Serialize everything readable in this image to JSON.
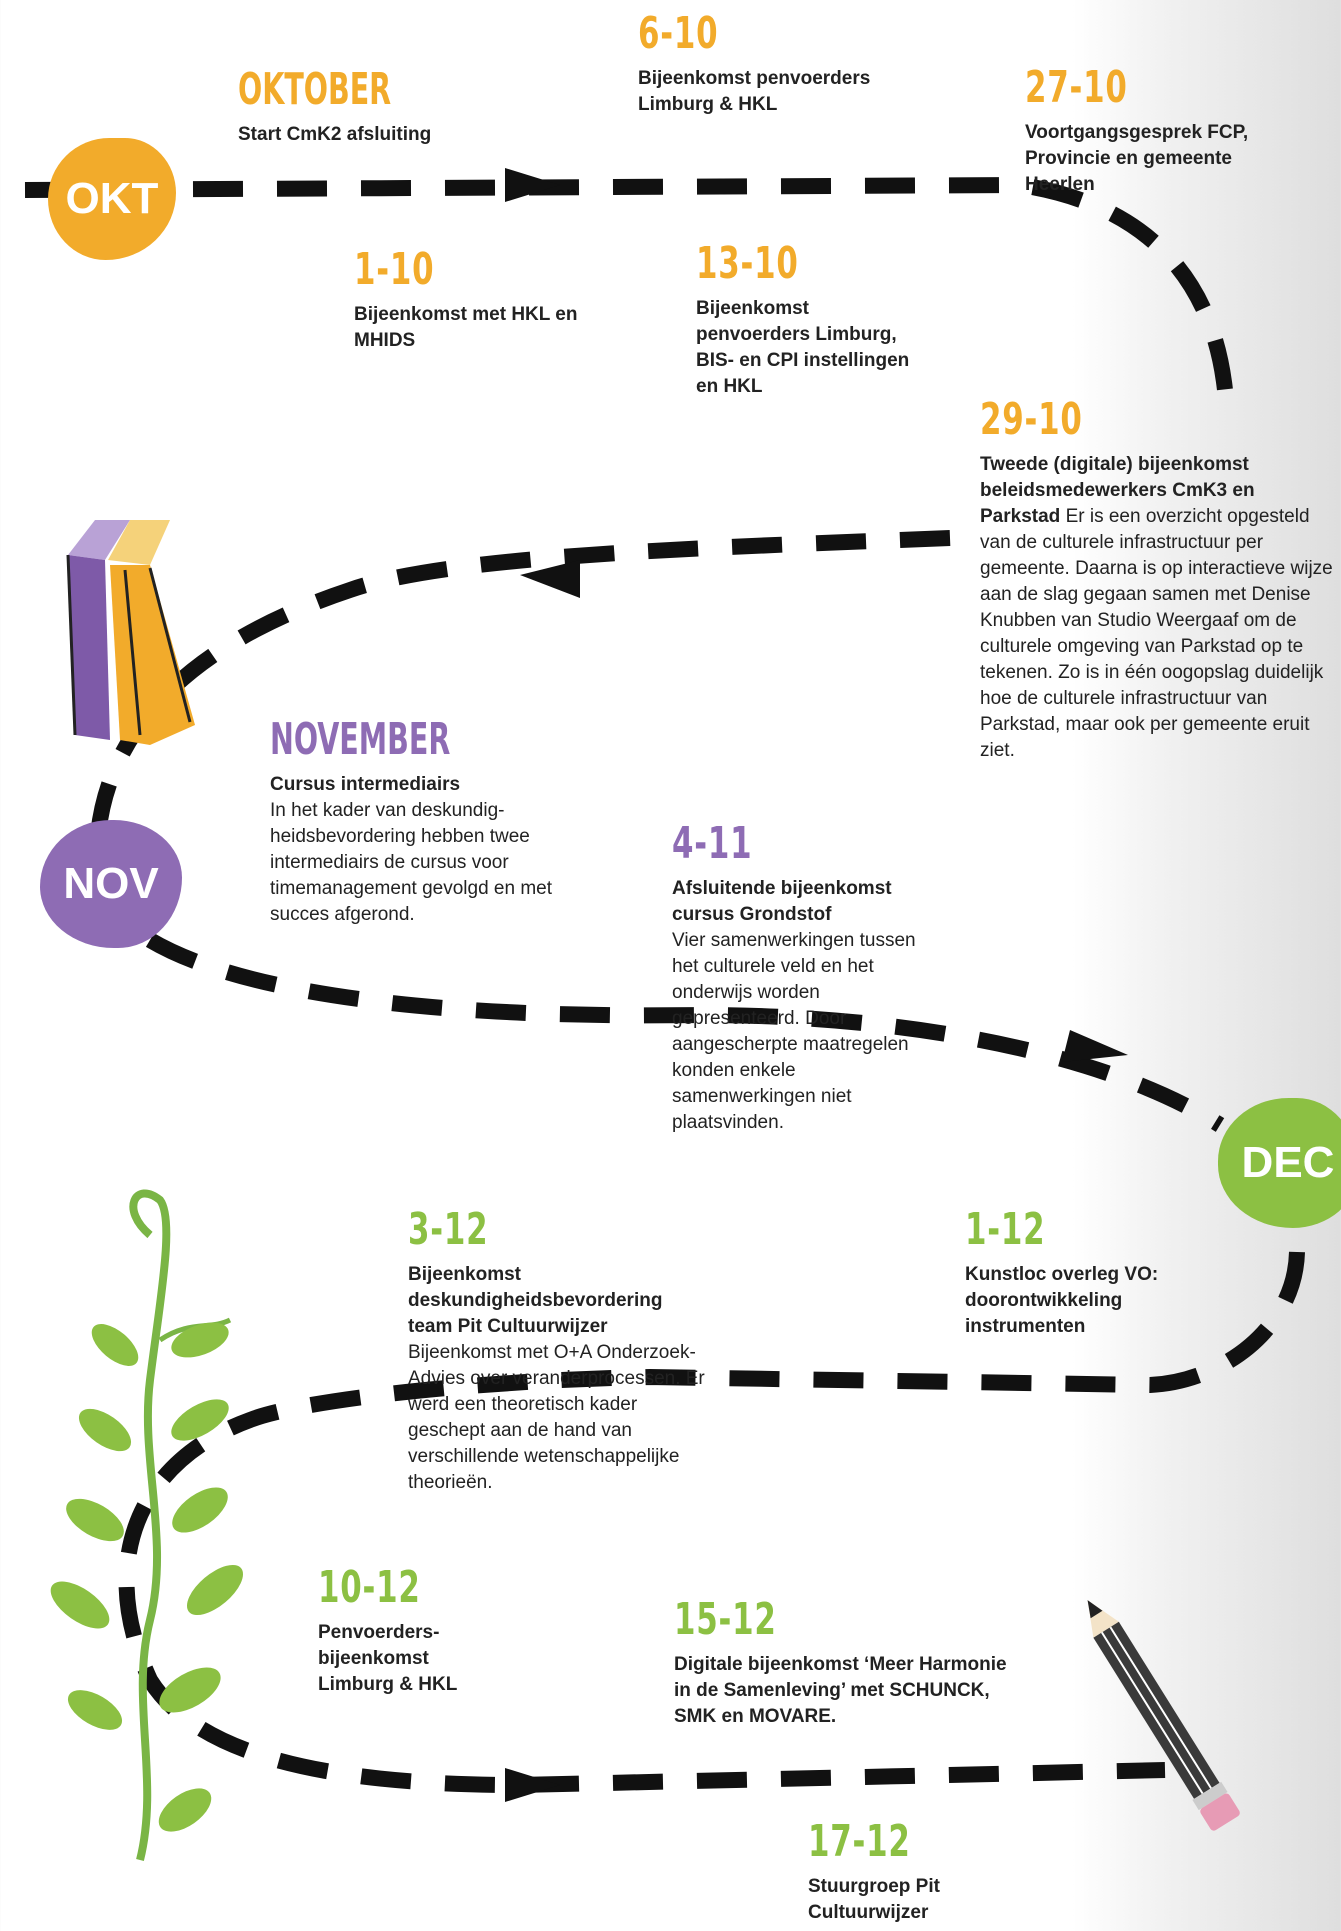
{
  "months": {
    "okt": {
      "blob": "OKT",
      "heading": "OKTOBER",
      "title": "Start CmK2 afsluiting",
      "color": "#f2ab2b"
    },
    "nov": {
      "blob": "NOV",
      "heading": "NOVEMBER",
      "title": "Cursus intermediairs",
      "text": "In het kader van deskundig-heidsbevordering hebben twee intermediairs de cursus voor timemanagement gevolgd en met succes afgerond.",
      "color": "#8e6cb4"
    },
    "dec": {
      "blob": "DEC",
      "color": "#8cc043"
    }
  },
  "events": [
    {
      "date": "6-10",
      "title": "Bijeenkomst penvoerders Limburg & HKL",
      "text": ""
    },
    {
      "date": "27-10",
      "title": "Voortgangsgesprek FCP, Provincie en gemeente Heerlen",
      "text": ""
    },
    {
      "date": "1-10",
      "title": "Bijeenkomst met HKL en MHIDS",
      "text": ""
    },
    {
      "date": "13-10",
      "title": "Bijeenkomst penvoerders Limburg, BIS- en CPI instellingen en HKL",
      "text": ""
    },
    {
      "date": "29-10",
      "title": "Tweede (digitale) bijeenkomst beleidsmedewerkers CmK3 en Parkstad",
      "text": "Er is een overzicht opgesteld van de culturele infrastructuur per gemeente. Daarna is op interactieve wijze aan de slag gegaan samen met Denise Knubben van Studio Weergaaf om de culturele omgeving van Parkstad op te tekenen. Zo is in één oogopslag duidelijk hoe de culturele infrastructuur van Parkstad, maar ook per gemeente eruit ziet."
    },
    {
      "date": "4-11",
      "title": "Afsluitende bijeenkomst cursus Grondstof",
      "text": "Vier samenwerkingen tussen het culturele veld en het onderwijs worden gepresenteerd. Door aangescherpte maatregelen konden enkele samenwerkingen niet plaatsvinden."
    },
    {
      "date": "1-12",
      "title": "Kunstloc overleg VO: doorontwikkeling instrumenten",
      "text": ""
    },
    {
      "date": "3-12",
      "title": "Bijeenkomst deskundigheidsbevordering team Pit Cultuurwijzer",
      "text": "Bijeenkomst met O+A Onderzoek-Advies over veranderprocessen. Er werd een theoretisch kader geschept aan de hand van verschillende wetenschappelijke theorieën."
    },
    {
      "date": "10-12",
      "title": "Penvoerders-bijeenkomst Limburg & HKL",
      "text": ""
    },
    {
      "date": "15-12",
      "title": "Digitale bijeenkomst ‘Meer Harmonie in de Samenleving’ met SCHUNCK, SMK en MOVARE.",
      "text": ""
    },
    {
      "date": "17-12",
      "title": "Stuurgroep Pit Cultuurwijzer",
      "text": ""
    }
  ],
  "icons": {
    "books": "books-icon",
    "plant": "vine-plant-icon",
    "pencil": "pencil-icon"
  }
}
